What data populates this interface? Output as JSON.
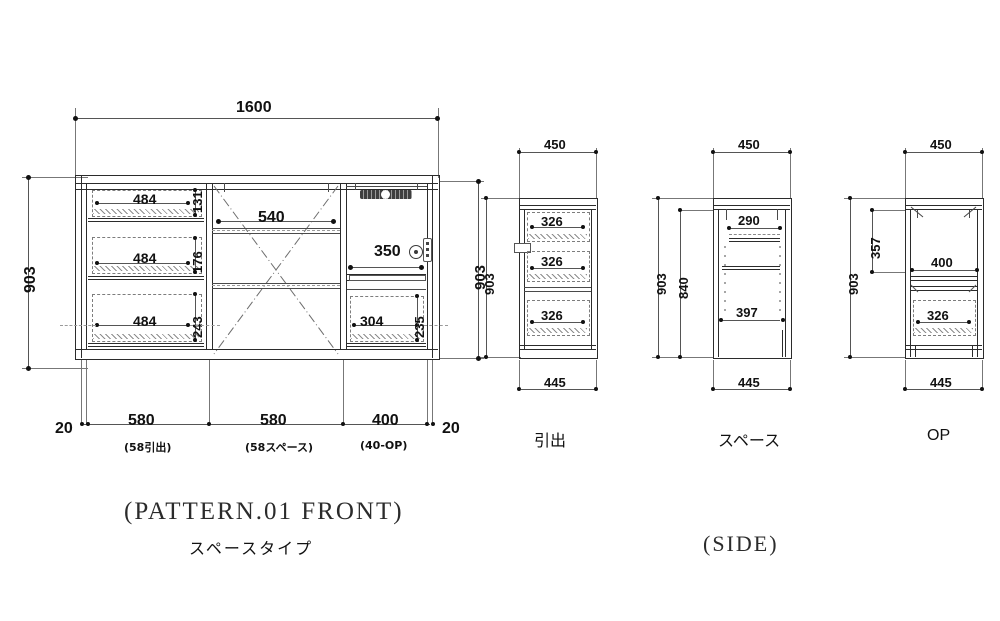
{
  "drawing": {
    "titles": {
      "front_main": "(PATTERN.01 FRONT)",
      "front_sub": "スペースタイプ",
      "side_main": "(SIDE)"
    },
    "front_view": {
      "overall_width": "1600",
      "overall_height_left": "903",
      "overall_height_right": "903",
      "edge_left": "20",
      "edge_right": "20",
      "sections": [
        {
          "width": "580",
          "note": "(58引出)"
        },
        {
          "width": "580",
          "note": "(58スペース)"
        },
        {
          "width": "400",
          "note": "(40-OP)"
        }
      ],
      "drawers": [
        {
          "width": "484",
          "height": "131"
        },
        {
          "width": "484",
          "height": "176"
        },
        {
          "width": "484",
          "height": "243"
        }
      ],
      "space_opening_width": "540",
      "op_shelf_width": "350",
      "op_drawer_width": "304",
      "op_drawer_height": "235"
    },
    "side_views": [
      {
        "label": "引出",
        "top_dim": "450",
        "bottom_dim": "445",
        "height_dims": [
          "903"
        ],
        "inner_dims": [
          "326",
          "326",
          "326"
        ]
      },
      {
        "label": "スペース",
        "top_dim": "450",
        "bottom_dim": "445",
        "height_dims": [
          "903",
          "840"
        ],
        "inner_dims": [
          "290",
          "397"
        ]
      },
      {
        "label": "OP",
        "top_dim": "450",
        "bottom_dim": "445",
        "height_dims": [
          "903",
          "357"
        ],
        "inner_dims": [
          "400",
          "326"
        ]
      }
    ],
    "icons": {
      "vent_knob": "vent-knob-icon",
      "grille": "grille-icon",
      "control_panel": "control-panel-icon"
    },
    "colors": {
      "line": "#2b2b2b",
      "dimension": "#555555",
      "hidden": "#8a8a8a",
      "background": "#ffffff"
    }
  }
}
